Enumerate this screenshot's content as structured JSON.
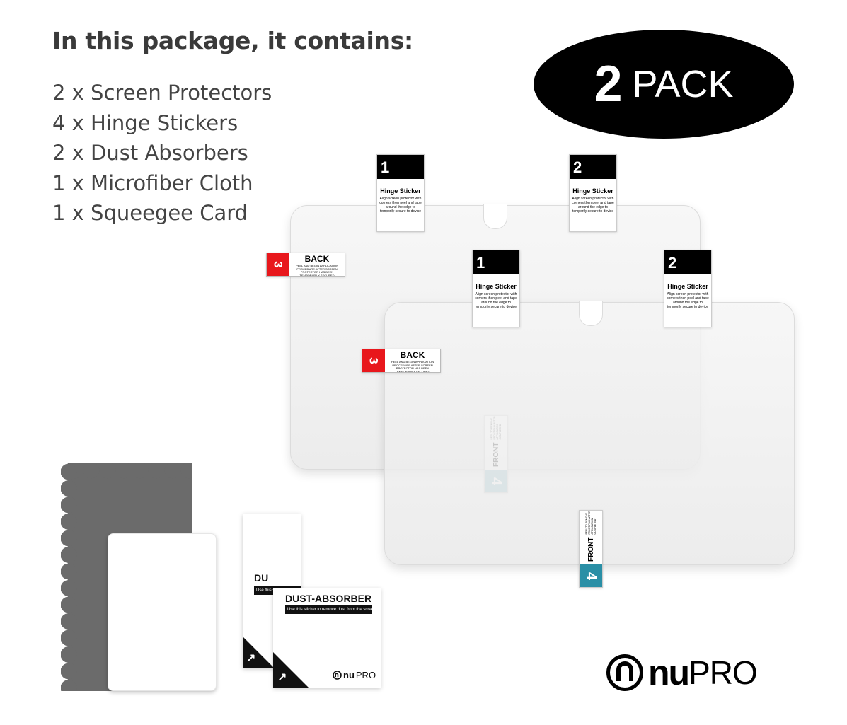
{
  "heading": "In this package, it contains:",
  "contents": [
    "2 x Screen Protectors",
    "4 x Hinge Stickers",
    "2 x Dust Absorbers",
    "1 x Microfiber Cloth",
    "1 x Squeegee Card"
  ],
  "pack_badge": {
    "qty": "2",
    "word": "PACK"
  },
  "hinge_sticker": {
    "title": "Hinge Sticker",
    "desc": "Align screen protector with corners then peel and tape around the edge to temporily secure to device",
    "num_1": "1",
    "num_2": "2"
  },
  "back_sticker": {
    "title": "BACK",
    "desc": "PEEL AND BEGIN APPLICATION PROCEDURE AFTER SCREEN PROTECTOR HAS BEEN TEMPORARILY SECURED",
    "num": "3"
  },
  "front_sticker": {
    "title": "FRONT",
    "desc": "PEEL TO REMOVE FRONT FILM AFTER APPLICATION COMPLETED",
    "num": "4"
  },
  "dust_absorber": {
    "title": "DUST-ABSORBER",
    "title_partial": "DU",
    "instruction": "Use this sticker to remove dust from the screen",
    "instruction_partial": "Use this s"
  },
  "brand": {
    "nu": "nu",
    "pro": "PRO"
  },
  "colors": {
    "badge": "#000000",
    "back_red": "#e8171c",
    "front_blue_light": "#7fb6c4",
    "front_blue": "#2a8fa6",
    "cloth": "#6b6b6b"
  }
}
